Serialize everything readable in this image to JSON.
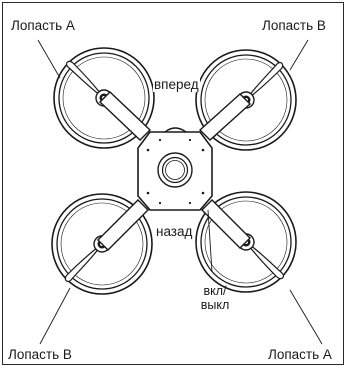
{
  "labels": {
    "blade_top_left": "Лопасть A",
    "blade_top_right": "Лопасть B",
    "blade_bottom_left": "Лопасть B",
    "blade_bottom_right": "Лопасть A",
    "forward": "вперед",
    "backward": "назад",
    "power_line1": "вкл/",
    "power_line2": "выкл"
  },
  "colors": {
    "line": "#1a1a1a",
    "background": "#ffffff"
  }
}
